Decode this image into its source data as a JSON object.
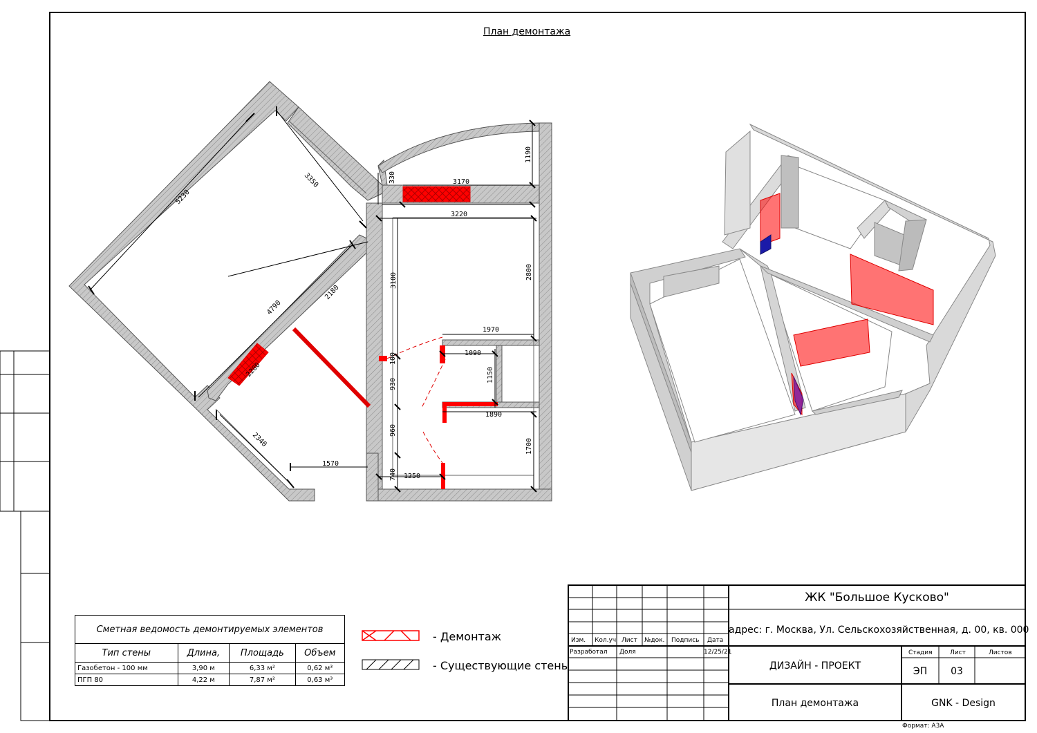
{
  "sheet": {
    "title": "План демонтажа",
    "format": "Формат: А3А"
  },
  "dimensions": [
    "5230",
    "3350",
    "4790",
    "2180",
    "2280",
    "2340",
    "1570",
    "1190",
    "330",
    "3170",
    "3220",
    "3100",
    "2800",
    "1970",
    "100",
    "1090",
    "1150",
    "930",
    "1890",
    "960",
    "1700",
    "740",
    "1250"
  ],
  "estimate": {
    "caption": "Сметная ведомость демонтируемых элементов",
    "headers": [
      "Тип стены",
      "Длина,",
      "Площадь",
      "Объем"
    ],
    "rows": [
      {
        "type": "Газобетон - 100 мм",
        "length": "3,90 м",
        "area": "6,33 м²",
        "volume": "0,62 м³"
      },
      {
        "type": "ПГП 80",
        "length": "4,22 м",
        "area": "7,87 м²",
        "volume": "0,63 м³"
      }
    ]
  },
  "legend": {
    "demolition": "- Демонтаж",
    "existing": "- Существующие стены"
  },
  "title_block": {
    "project": "ЖК \"Большое Кусково\"",
    "address": "адрес: г. Москва, Ул. Сельскохозяйственная, д. 00, кв. 000",
    "stage_title": "ДИЗАЙН - ПРОЕКТ",
    "sheet_name": "План демонтажа",
    "company": "GNK - Design",
    "col_headers": [
      "Изм.",
      "Кол.уч",
      "Лист",
      "№док.",
      "Подпись",
      "Дата"
    ],
    "developer_label": "Разработал",
    "developer_name": "Доля",
    "date": "12/25/21",
    "stage_label": "Стадия",
    "sheet_label": "Лист",
    "sheets_label": "Листов",
    "stage_value": "ЭП",
    "sheet_value": "03"
  },
  "colors": {
    "demolition": "#ff0000",
    "wall_fill": "#c8c8c8",
    "blue_element": "#1a1aa8"
  }
}
